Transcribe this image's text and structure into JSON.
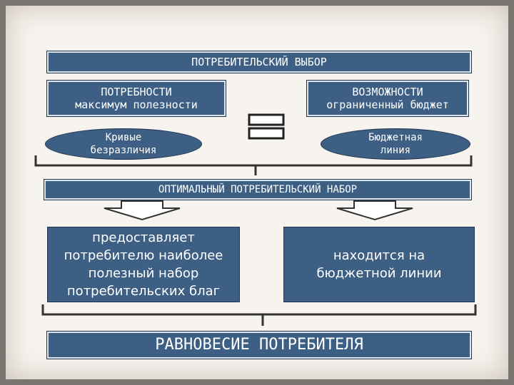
{
  "title": "ПОТРЕБИТЕЛЬСКИЙ ВЫБОР",
  "needs": {
    "heading": "ПОТРЕБНОСТИ",
    "subtitle": "максимум полезности"
  },
  "possibilities": {
    "heading": "ВОЗМОЖНОСТИ",
    "subtitle": "ограниченный  бюджет"
  },
  "indifference_curves": {
    "line1": "Кривые",
    "line2": "безразличия"
  },
  "budget_line": {
    "line1": "Бюджетная",
    "line2": "линия"
  },
  "optimal_set": "ОПТИМАЛЬНЫЙ ПОТРЕБИТЕЛЬСКИЙ НАБОР",
  "provides": {
    "line1": "предоставляет",
    "line2": "потребителю наиболее",
    "line3": "полезный набор",
    "line4": "потребительских благ"
  },
  "located": {
    "line1": "находится на",
    "line2": "бюджетной линии"
  },
  "equilibrium": "РАВНОВЕСИЕ ПОТРЕБИТЕЛЯ",
  "colors": {
    "box_fill": "#3d5f84",
    "text": "#ffffff",
    "background": "#f7f3ee"
  },
  "icons": [
    "equals-icon",
    "down-arrow-icon",
    "brace-icon"
  ]
}
